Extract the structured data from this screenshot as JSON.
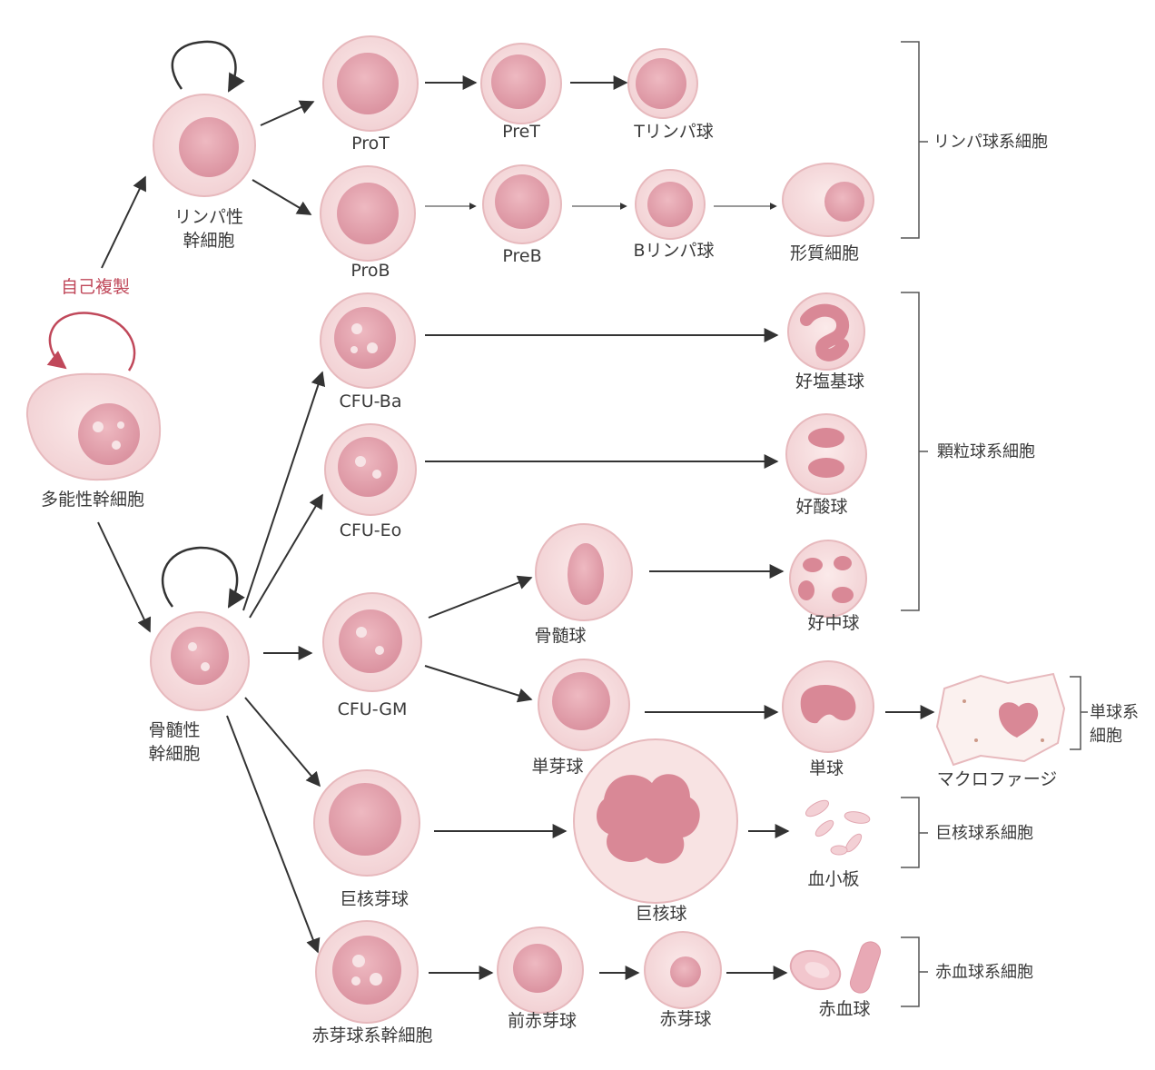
{
  "labels": {
    "self_replication": "自己複製",
    "pluripotent_stem_cell": "多能性幹細胞",
    "lymphoid_stem_cell_1": "リンパ性",
    "lymphoid_stem_cell_2": "幹細胞",
    "myeloid_stem_cell_1": "骨髄性",
    "myeloid_stem_cell_2": "幹細胞",
    "pro_t": "ProT",
    "pre_t": "PreT",
    "t_lymphocyte": "Tリンパ球",
    "pro_b": "ProB",
    "pre_b": "PreB",
    "b_lymphocyte": "Bリンパ球",
    "plasma_cell": "形質細胞",
    "cfu_ba": "CFU-Ba",
    "cfu_eo": "CFU-Eo",
    "cfu_gm": "CFU-GM",
    "basophil": "好塩基球",
    "eosinophil": "好酸球",
    "myeloblast": "骨髄球",
    "neutrophil": "好中球",
    "monoblast": "単芽球",
    "monocyte": "単球",
    "macrophage": "マクロファージ",
    "megakaryoblast": "巨核芽球",
    "megakaryocyte": "巨核球",
    "platelet": "血小板",
    "erythroid_stem_cell": "赤芽球系幹細胞",
    "proerythroblast": "前赤芽球",
    "erythroblast": "赤芽球",
    "erythrocyte": "赤血球"
  },
  "groups": {
    "lymphoid": "リンパ球系細胞",
    "granulocyte": "顆粒球系細胞",
    "monocyte_1": "単球系",
    "monocyte_2": "細胞",
    "megakaryocyte": "巨核球系細胞",
    "erythrocyte": "赤血球系細胞"
  },
  "colors": {
    "cell_fill": "#f6dcdc",
    "cell_edge": "#e7b9bd",
    "nucleus": "#e6a7b1",
    "nucleus_dark": "#d98896",
    "arrow": "#333333",
    "accent_red": "#c0485a"
  }
}
